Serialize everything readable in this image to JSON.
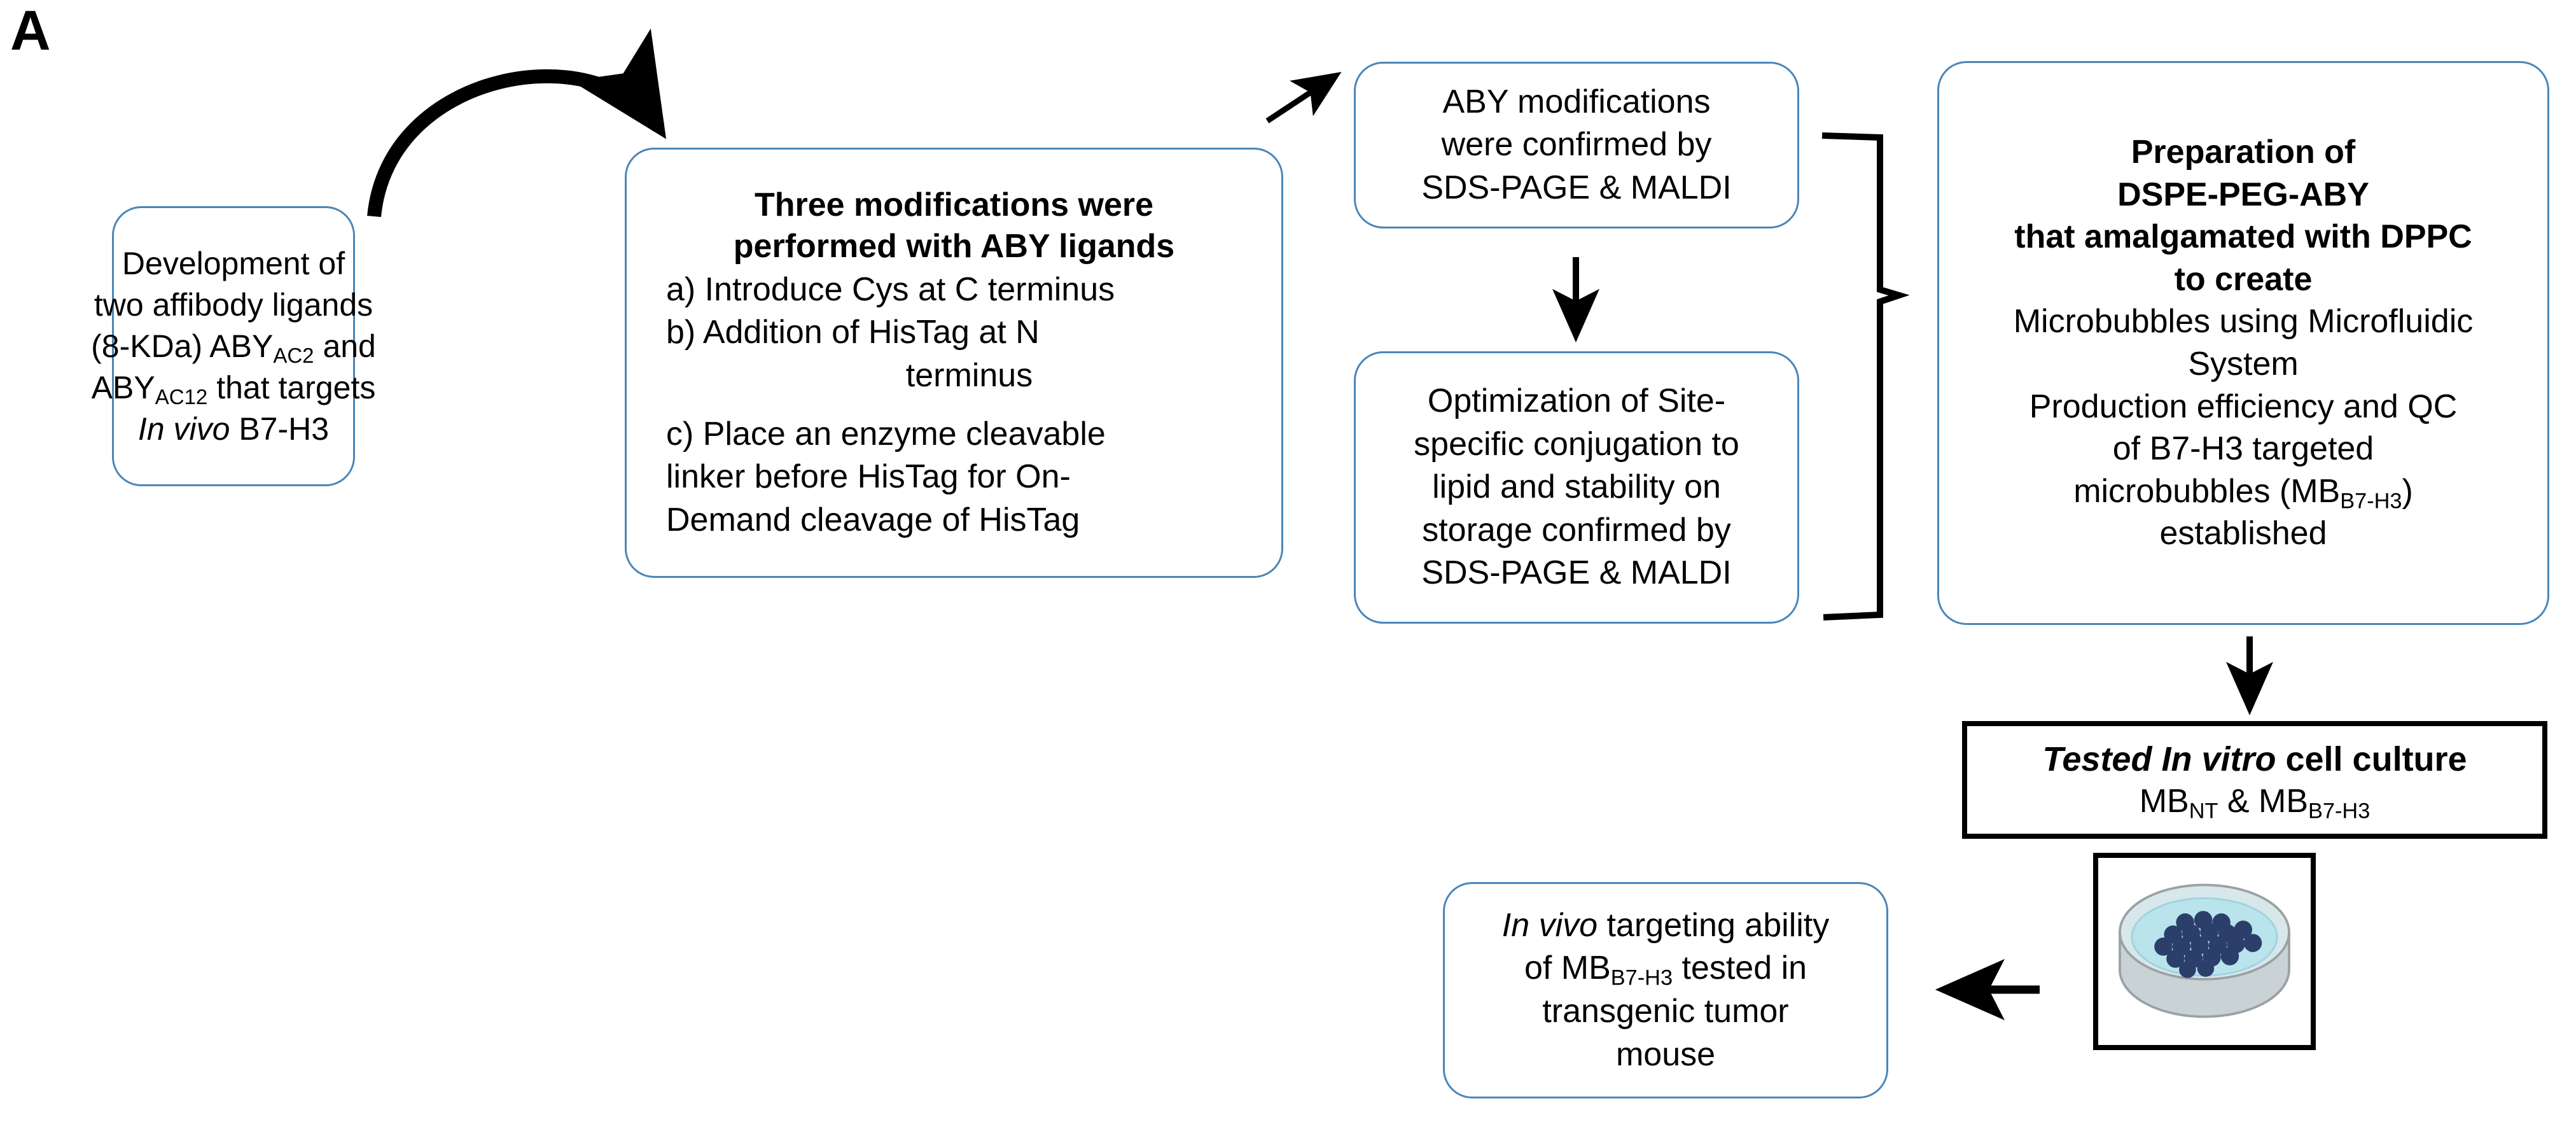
{
  "figure": {
    "panel_label": "A",
    "accent_color": "#4a86b8",
    "outline_color": "#000000",
    "background": "#ffffff"
  },
  "boxes": {
    "development": {
      "lines": [
        "Development of",
        "two affibody ligands",
        "(8-KDa) ABY",
        "AC2",
        " and",
        "ABY",
        "AC12",
        " that targets",
        "In vivo",
        " B7-H3"
      ],
      "line1": "Development of",
      "line2": "two affibody ligands",
      "line3_a": "(8-KDa) ABY",
      "line3_sub": "AC2",
      "line3_b": " and",
      "line4_a": "ABY",
      "line4_sub": "AC12",
      "line4_b": " that targets",
      "line5_ital": "In vivo",
      "line5_rest": " B7-H3"
    },
    "modifications": {
      "heading_line1": "Three modifications were",
      "heading_line2": "performed with ABY ligands",
      "items": [
        "a) Introduce Cys at C terminus",
        "b) Addition of HisTag at N",
        "terminus",
        "c) Place an enzyme cleavable",
        "linker before HisTag for On-",
        "Demand cleavage of HisTag"
      ]
    },
    "confirmed": {
      "line1": "ABY modifications",
      "line2": "were confirmed by",
      "line3": "SDS-PAGE & MALDI"
    },
    "optimization": {
      "line1": "Optimization of Site-",
      "line2": "specific conjugation to",
      "line3": "lipid and stability on",
      "line4": "storage confirmed by",
      "line5": "SDS-PAGE & MALDI"
    },
    "preparation": {
      "bold_line1": "Preparation of",
      "bold_line2": "DSPE-PEG-ABY",
      "bold_line3": "that amalgamated with DPPC",
      "bold_line4": "to create",
      "line5": "Microbubbles using Microfluidic",
      "line6": "System",
      "line7": "Production efficiency and QC",
      "line8": "of B7-H3 targeted",
      "line9_a": "microbubbles (MB",
      "line9_sub": "B7-H3",
      "line9_b": ")",
      "line10": "established"
    },
    "invitro": {
      "title_ital": "Tested In vitro",
      "title_rest": " cell culture",
      "sub_a": "MB",
      "sub_a_sub": "NT",
      "sub_mid": " & MB",
      "sub_b_sub": "B7-H3"
    },
    "invivo": {
      "line1_ital": "In vivo",
      "line1_rest": " targeting ability",
      "line2_a": "of MB",
      "line2_sub": "B7-H3",
      "line2_b": " tested in",
      "line3": "transgenic tumor",
      "line4": "mouse"
    },
    "dish": {
      "alt": "petri-dish-with-cell-cluster",
      "dish_fill": "#b9e4ec",
      "dish_rim": "#9aa2a6",
      "cell_fill": "#2c3f6b"
    }
  },
  "connectors": [
    {
      "name": "curved-arrow-development-to-modifications",
      "kind": "curved-arrow"
    },
    {
      "name": "arrow-modifications-to-confirmed",
      "kind": "diagonal-arrow"
    },
    {
      "name": "arrow-confirmed-to-optimization",
      "kind": "down-arrow"
    },
    {
      "name": "brace-confirmed-optimization-to-preparation",
      "kind": "brace"
    },
    {
      "name": "arrow-preparation-to-invitro",
      "kind": "down-arrow"
    },
    {
      "name": "arrow-dish-to-invivo",
      "kind": "left-arrow"
    }
  ]
}
